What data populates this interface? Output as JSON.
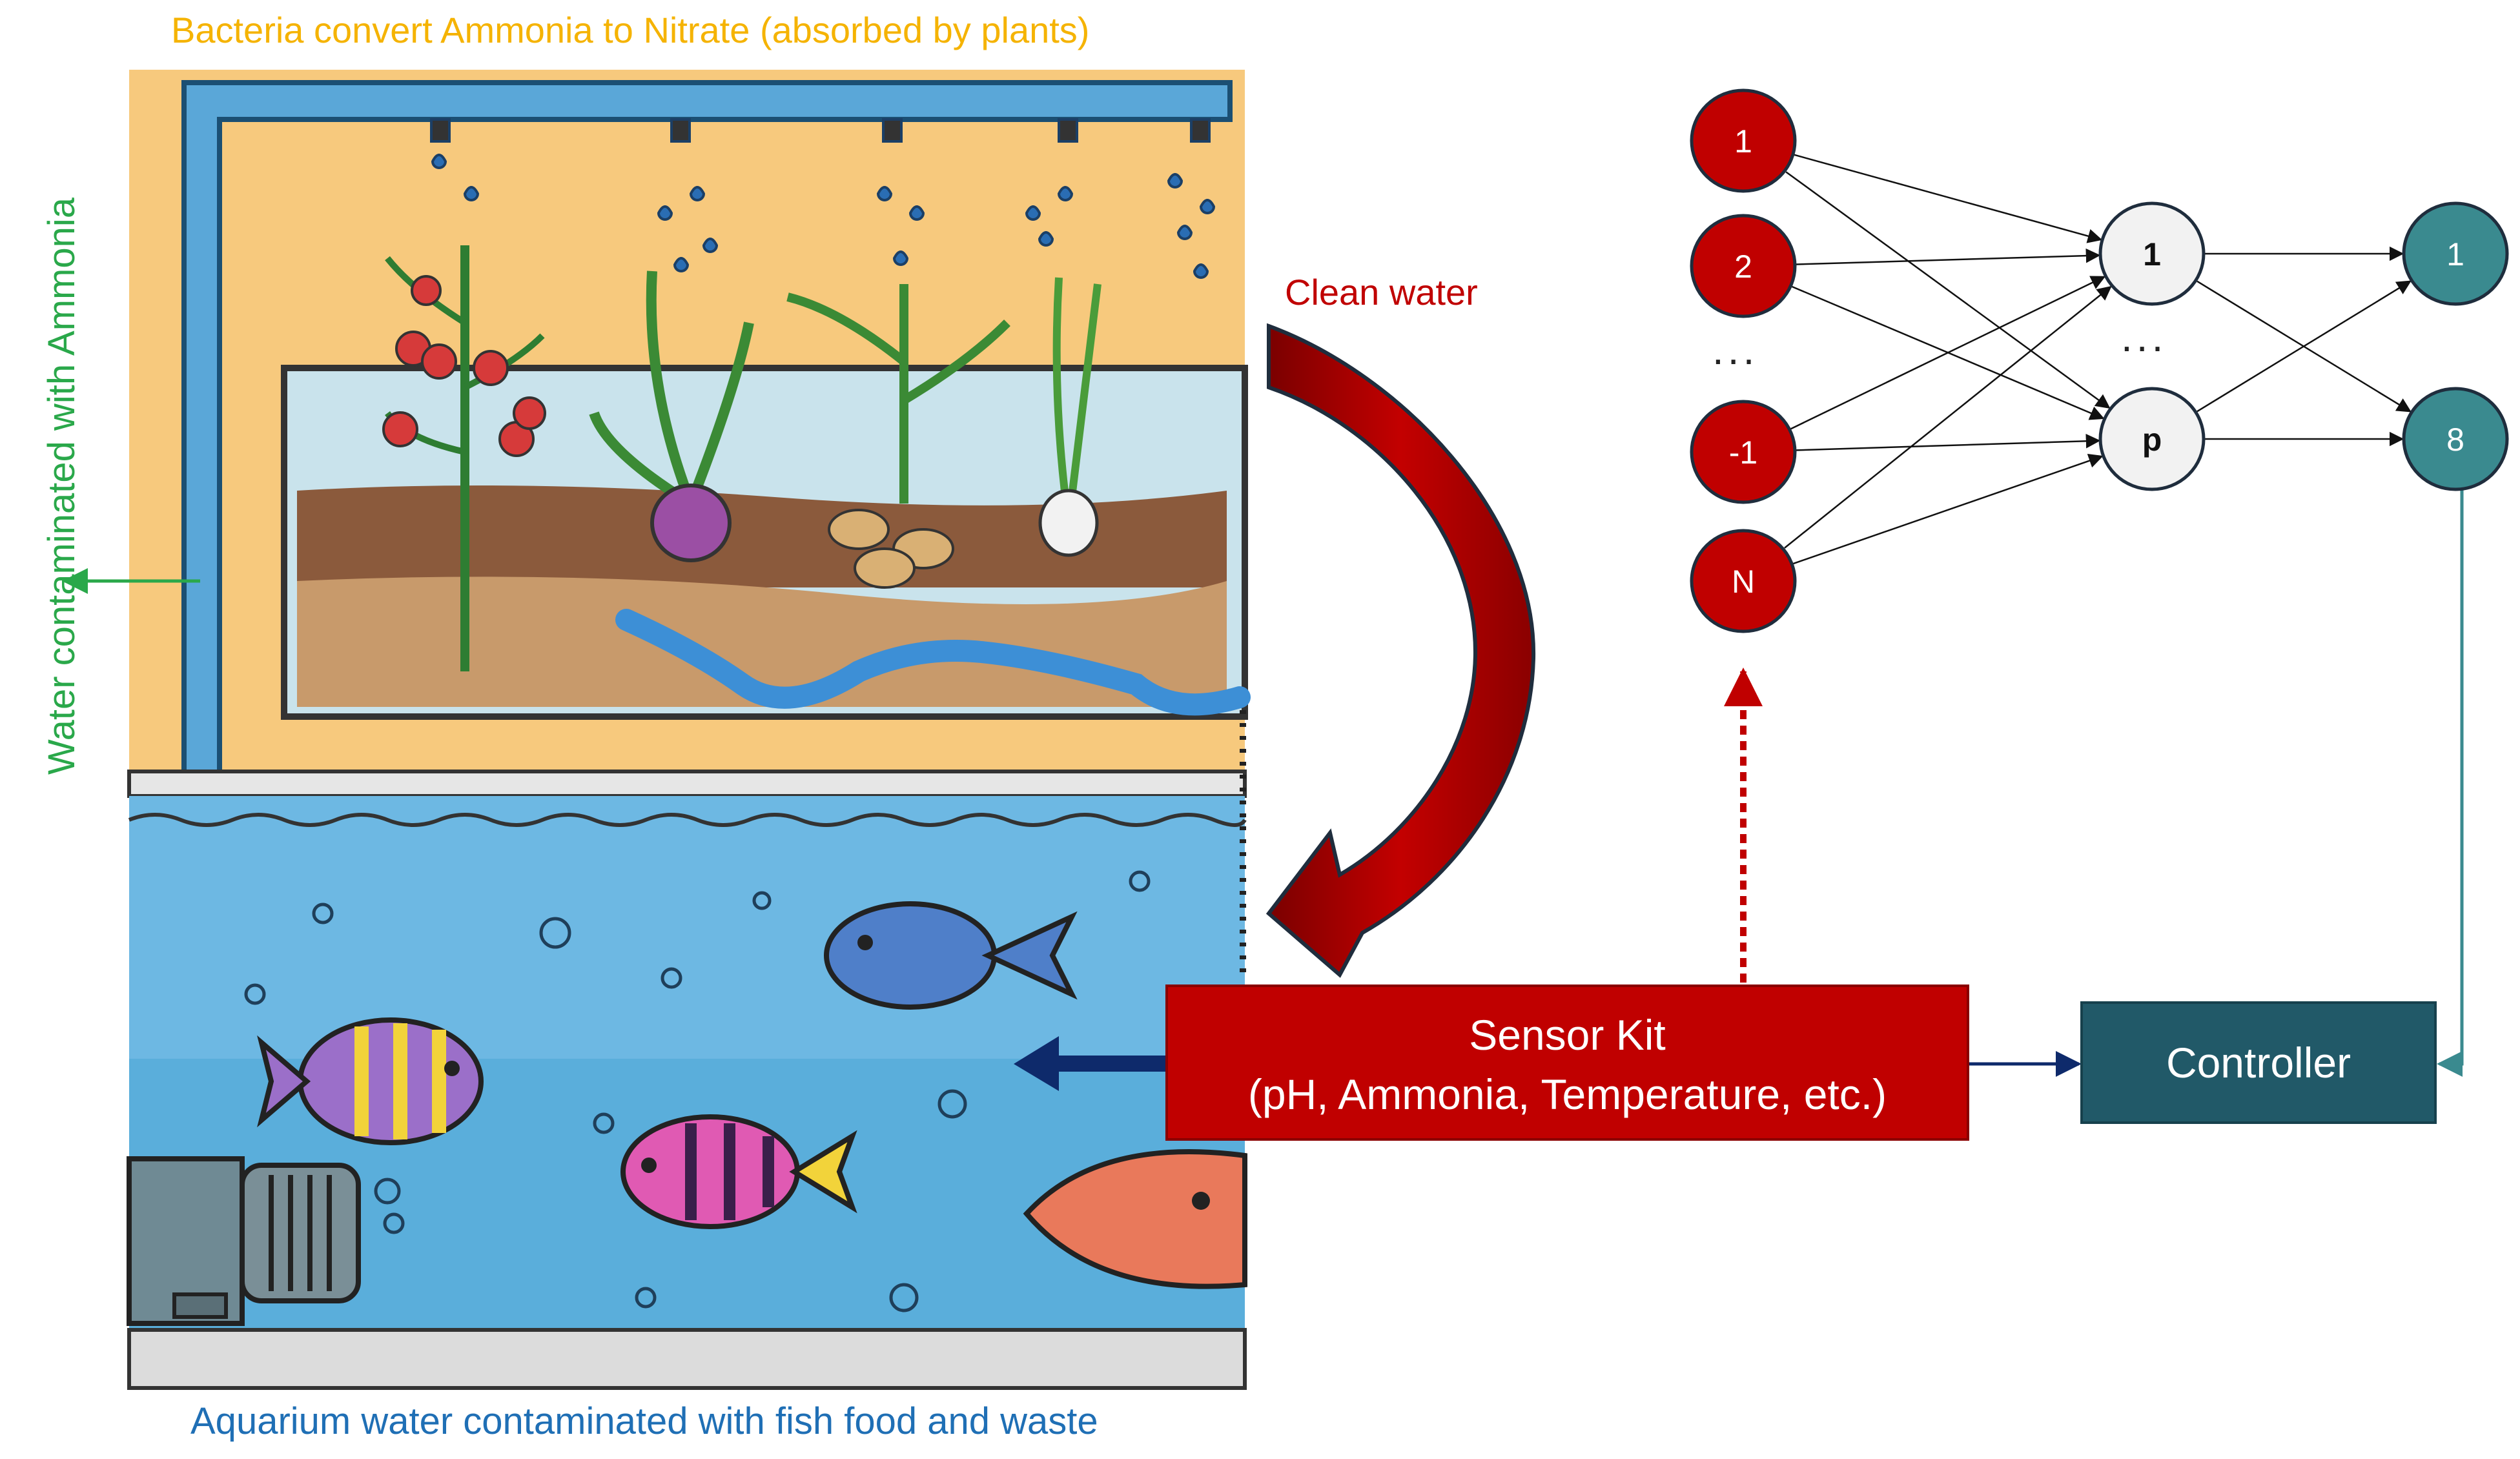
{
  "labels": {
    "top": "Bacteria convert Ammonia to Nitrate (absorbed by plants)",
    "bottom": "Aquarium water contaminated with fish food and waste",
    "side": "Water contaminated with Ammonia",
    "clean_water": "Clean water"
  },
  "network": {
    "input_nodes": [
      "1",
      "2",
      "-1",
      "N"
    ],
    "input_ellipsis": "...",
    "hidden_nodes": [
      "1",
      "p"
    ],
    "hidden_ellipsis": "...",
    "output_nodes": [
      "1",
      "8"
    ]
  },
  "sensor_kit": {
    "title": "Sensor Kit",
    "subtitle": "(pH, Ammonia, Temperature, etc.)"
  },
  "controller": {
    "label": "Controller"
  },
  "colors": {
    "input_node": "#c00000",
    "hidden_node": "#f2f2f2",
    "output_node": "#3a8a8f",
    "sensor_box": "#c00000",
    "controller_box": "#215968",
    "clean_water_arrow": "#a50000",
    "arrow_to_tank": "#0e2a6b"
  }
}
